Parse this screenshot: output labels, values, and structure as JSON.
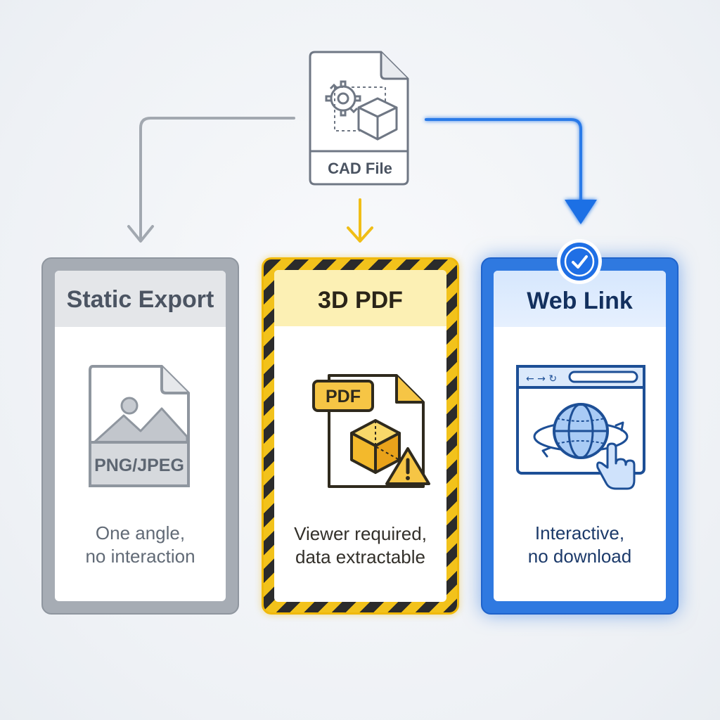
{
  "source": {
    "label": "CAD File"
  },
  "options": [
    {
      "title": "Static Export",
      "icon_label": "PNG/JPEG",
      "description": "One angle,\nno interaction"
    },
    {
      "title": "3D PDF",
      "icon_label": "PDF",
      "description": "Viewer required,\ndata extractable"
    },
    {
      "title": "Web Link",
      "description": "Interactive,\nno download",
      "selected": true
    }
  ],
  "colors": {
    "gray": "#9aa1aa",
    "yellow": "#f0b90b",
    "blue": "#1f6fe5"
  },
  "icons": {
    "source": "cad-file-icon",
    "static": "image-file-icon",
    "pdf": "pdf-cube-warning-icon",
    "web": "browser-globe-hand-icon",
    "selected": "check-badge-icon"
  }
}
